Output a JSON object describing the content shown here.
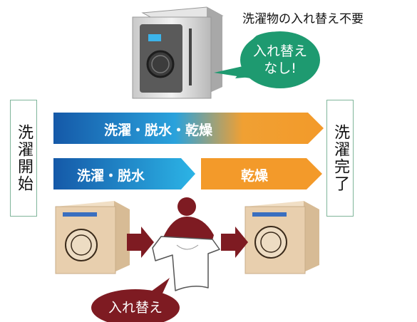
{
  "title": "洗濯物の入れ替え不要",
  "bubble_top": [
    "入れ替え",
    "なし!"
  ],
  "left_box": "洗濯開始",
  "right_box": "洗濯完了",
  "arrow_combined": "洗濯・脱水・乾燥",
  "arrow_wash": "洗濯・脱水",
  "arrow_dry": "乾燥",
  "bubble_bottom": "入れ替え",
  "colors": {
    "blue": "#1768b6",
    "orange": "#f39a2a",
    "maroon": "#7e1b22",
    "bubble_green": "#1e9a70",
    "machine_beige": "#e8cfae"
  }
}
